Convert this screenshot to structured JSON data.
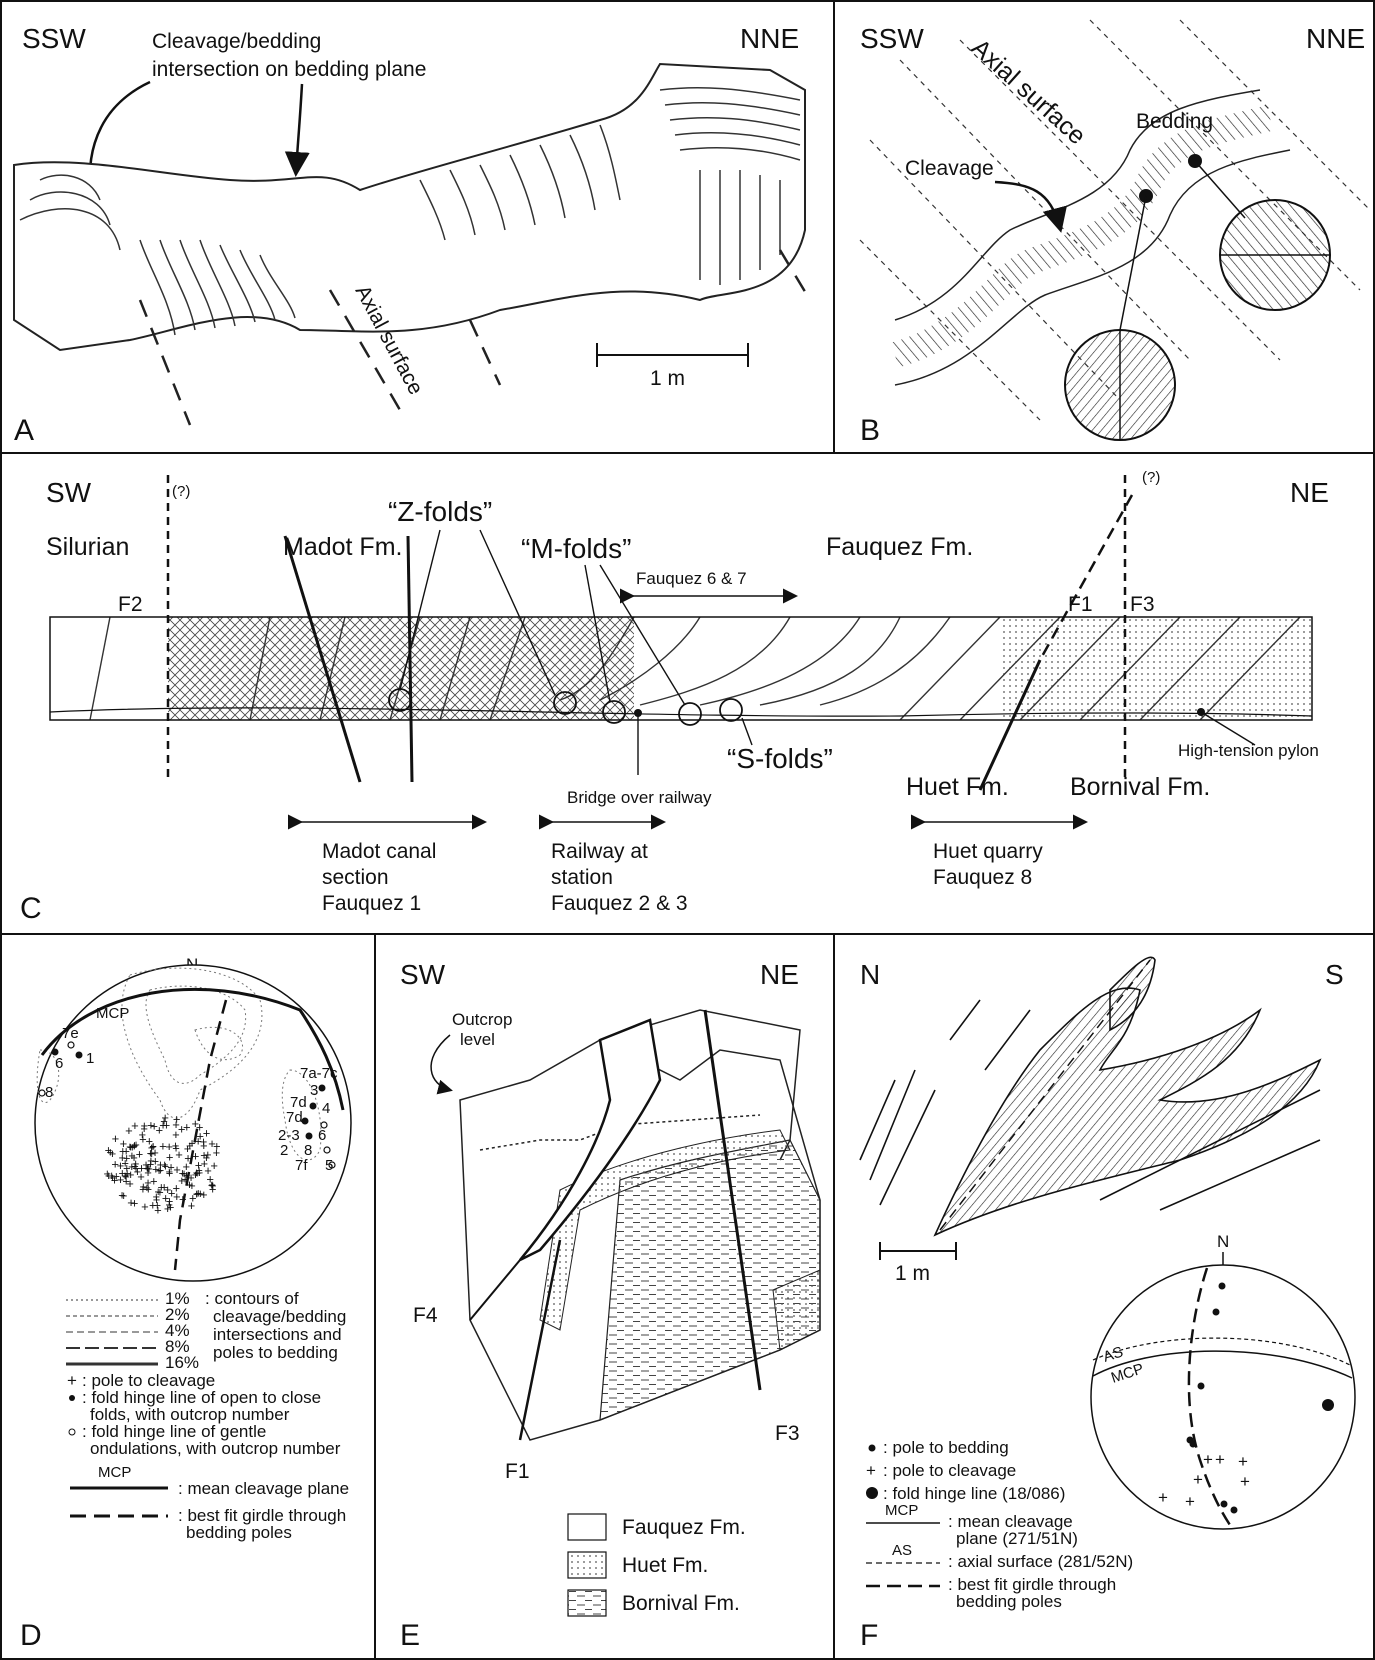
{
  "panelA": {
    "letter": "A",
    "left": "SSW",
    "right": "NNE",
    "annot_line1": "Cleavage/bedding",
    "annot_line2": "intersection on bedding plane",
    "axial": "Axial surface",
    "scale": "1 m"
  },
  "panelB": {
    "letter": "B",
    "left": "SSW",
    "right": "NNE",
    "axial": "Axial surface",
    "bedding": "Bedding",
    "cleavage": "Cleavage"
  },
  "panelC": {
    "letter": "C",
    "left": "SW",
    "right": "NE",
    "silurian": "Silurian",
    "q_left": "(?)",
    "q_right": "(?)",
    "madot": "Madot Fm.",
    "zfolds": "“Z-folds”",
    "mfolds": "“M-folds”",
    "fauquez": "Fauquez Fm.",
    "fauquez67": "Fauquez 6 & 7",
    "f1": "F1",
    "f2": "F2",
    "f3": "F3",
    "sfolds": "“S-folds”",
    "bridge": "Bridge over railway",
    "huet": "Huet Fm.",
    "bornival": "Bornival Fm.",
    "pylon": "High-tension pylon",
    "sec1_l1": "Madot canal",
    "sec1_l2": "section",
    "sec1_l3": "Fauquez 1",
    "sec2_l1": "Railway at",
    "sec2_l2": " station",
    "sec2_l3": "Fauquez 2 & 3",
    "sec3_l1": "Huet quarry",
    "sec3_l2": "Fauquez 8"
  },
  "panelD": {
    "letter": "D",
    "north": "N",
    "mcp": "MCP",
    "pts": {
      "p7e": "7e",
      "p6": "6",
      "p1": "1",
      "p8": "8",
      "p7a7c": "7a-7c",
      "p3": "3",
      "p4": "4",
      "p7d1": "7d",
      "p7d2": "7d",
      "p6b": "6",
      "p23": "2-3",
      "p2": "2",
      "p8b": "8",
      "p7f": "7f",
      "p5": "5"
    },
    "leg_pct": [
      "1%",
      "2%",
      "4%",
      "8%",
      "16%"
    ],
    "leg_contours": [
      ": contours of",
      "cleavage/bedding",
      "intersections and",
      "poles to bedding"
    ],
    "leg_pole": ": pole to cleavage",
    "leg_fold1": [
      ": fold hinge line of open to close",
      "folds, with outcrop number"
    ],
    "leg_fold2": [
      ": fold hinge line of gentle",
      "ondulations, with outcrop number"
    ],
    "leg_mcp_tag": "MCP",
    "leg_mcp": ": mean cleavage plane",
    "leg_girdle": [
      ": best fit girdle through",
      "bedding poles"
    ]
  },
  "panelE": {
    "letter": "E",
    "left": "SW",
    "right": "NE",
    "outcrop1": "Outcrop",
    "outcrop2": "level",
    "f1": "F1",
    "f3": "F3",
    "f4": "F4",
    "legend": [
      "Fauquez Fm.",
      "Huet Fm.",
      "Bornival Fm."
    ]
  },
  "panelF": {
    "letter": "F",
    "left": "N",
    "right": "S",
    "scale": "1 m",
    "north": "N",
    "as": "AS",
    "mcp": "MCP",
    "leg_bedding": ": pole to bedding",
    "leg_cleavage": ": pole to cleavage",
    "leg_hinge": ": fold hinge line (18/086)",
    "leg_mcp_tag": "MCP",
    "leg_mcp": [
      ": mean cleavage",
      "plane (271/51N)"
    ],
    "leg_as_tag": "AS",
    "leg_as": ": axial surface (281/52N)",
    "leg_girdle": [
      ": best fit girdle through",
      "bedding poles"
    ]
  }
}
